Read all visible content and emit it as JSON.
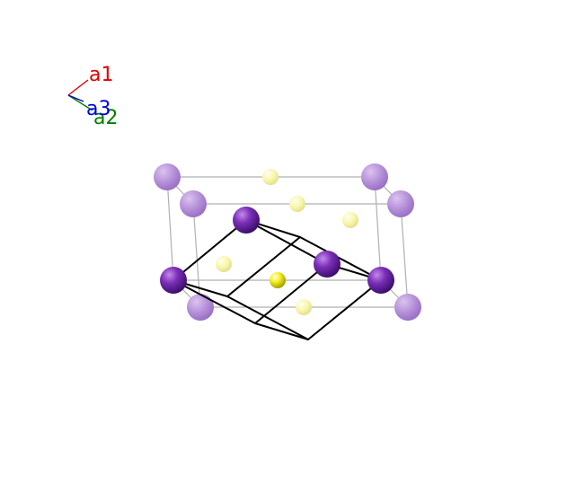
{
  "axes": {
    "a1": {
      "label": "a1",
      "color": "#e00000"
    },
    "a2": {
      "label": "a2",
      "color": "#008000"
    },
    "a3": {
      "label": "a3",
      "color": "#0000e0"
    }
  },
  "atoms": {
    "K": {
      "color": "#7a2fb8"
    },
    "S": {
      "color": "#f0f020"
    }
  }
}
